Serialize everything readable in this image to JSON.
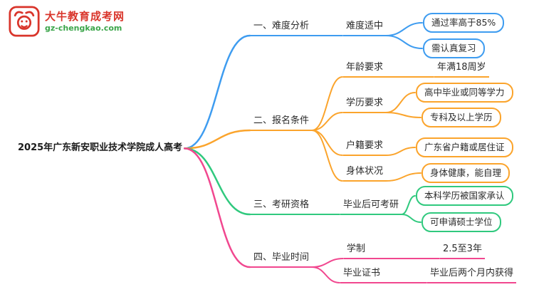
{
  "logo": {
    "site_name": "大牛教育成考网",
    "site_url": "gz-chengkao.com",
    "brand_color": "#d9352b",
    "url_color": "#3ba54a"
  },
  "root": {
    "label": "2025年广东新安职业技术学院成人高考"
  },
  "branches": [
    {
      "label": "一、难度分析",
      "color": "#3e9cf0",
      "children": [
        {
          "label": "难度适中",
          "children": [
            {
              "label": "通过率高于85%"
            },
            {
              "label": "需认真复习"
            }
          ]
        }
      ]
    },
    {
      "label": "二、报名条件",
      "color": "#fba42c",
      "children": [
        {
          "label": "年龄要求",
          "children": [
            {
              "label": "年满18周岁"
            }
          ]
        },
        {
          "label": "学历要求",
          "children": [
            {
              "label": "高中毕业或同等学力"
            },
            {
              "label": "专科及以上学历"
            }
          ]
        },
        {
          "label": "户籍要求",
          "children": [
            {
              "label": "广东省户籍或居住证"
            }
          ]
        },
        {
          "label": "身体状况",
          "children": [
            {
              "label": "身体健康，能自理"
            }
          ]
        }
      ]
    },
    {
      "label": "三、考研资格",
      "color": "#30c97e",
      "children": [
        {
          "label": "毕业后可考研",
          "children": [
            {
              "label": "本科学历被国家承认"
            },
            {
              "label": "可申请硕士学位"
            }
          ]
        }
      ]
    },
    {
      "label": "四、毕业时间",
      "color": "#f1478f",
      "children": [
        {
          "label": "学制",
          "children": [
            {
              "label": "2.5至3年"
            }
          ]
        },
        {
          "label": "毕业证书",
          "children": [
            {
              "label": "毕业后两个月内获得"
            }
          ]
        }
      ]
    }
  ]
}
